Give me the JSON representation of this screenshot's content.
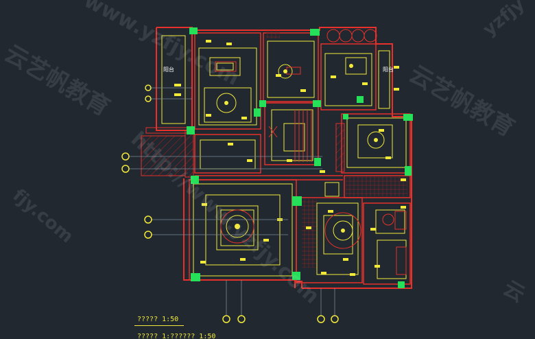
{
  "colors": {
    "background": "#212830",
    "wall_red": "#e8312a",
    "fixture_yellow": "#f2ea3a",
    "column_green": "#26e05a",
    "label_white": "#ffffff",
    "grid_gray": "#7b8a96",
    "hatch_red": "#b0201c"
  },
  "drawing": {
    "title": "????? 1:50",
    "title_secondary": "????? 1:?????? 1:50"
  },
  "rooms": {
    "left_balcony": "阳台",
    "right_balcony": "阳台"
  },
  "watermarks": {
    "url_1": "www.yzfjy.com",
    "url_2": "http://www.yzfjy.com",
    "brand_1": "云艺帆教育",
    "brand_2": "云艺帆教育",
    "brand_3": "yzfjy",
    "brand_4": "fjy.com",
    "brand_5": "云"
  },
  "icons": {
    "grid_bubble": "grid-axis-bubble-icon",
    "ceiling_light": "ceiling-light-icon"
  }
}
